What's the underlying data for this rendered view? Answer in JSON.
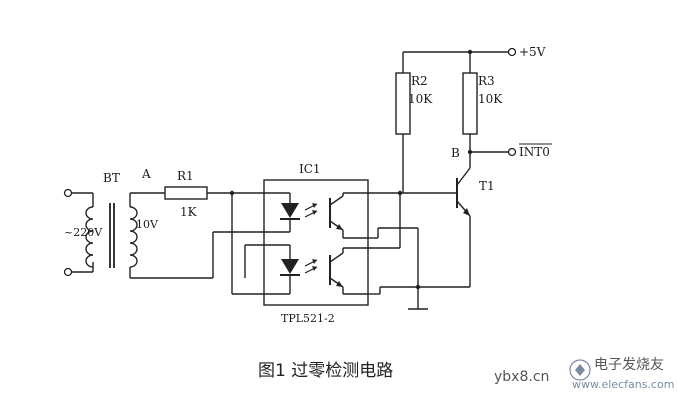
{
  "labels": {
    "bt": "BT",
    "a": "A",
    "r1": "R1",
    "r1_val": "1K",
    "ac_in": "~220V",
    "sec_v": "10V",
    "ic1": "IC1",
    "ic1_part": "TPL521-2",
    "r2": "R2",
    "r2_val": "10K",
    "r3": "R3",
    "r3_val": "10K",
    "vcc": "+5V",
    "b": "B",
    "int0": "INT0",
    "t1": "T1"
  },
  "caption": "图1 过零检测电路",
  "watermark": {
    "site": "ybx8.cn",
    "brand": "电子发烧友",
    "url": "www.elecfans.com"
  }
}
